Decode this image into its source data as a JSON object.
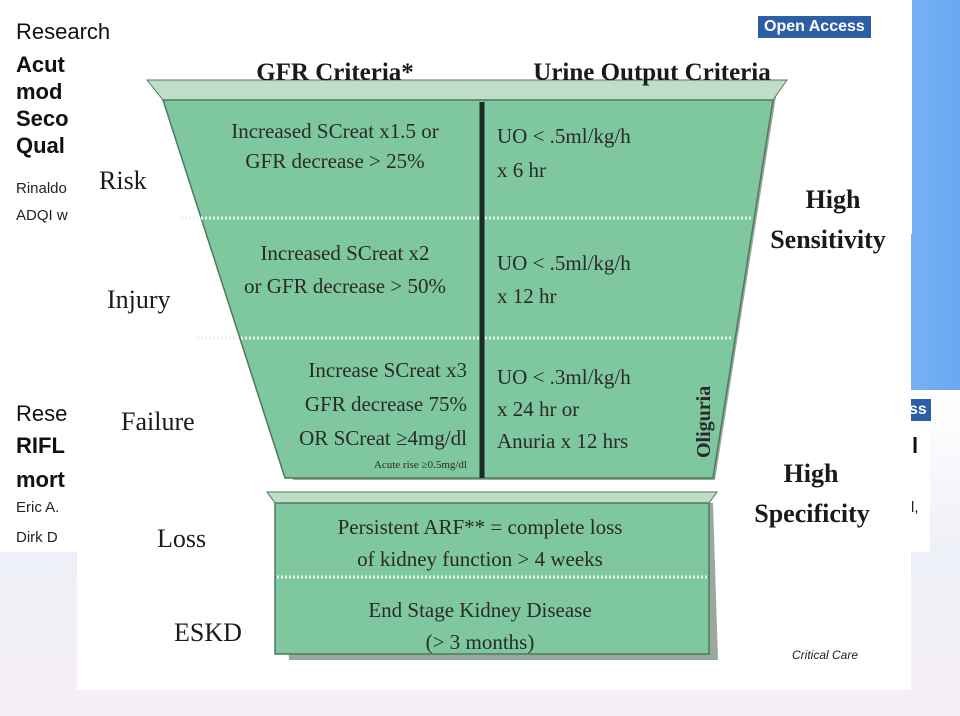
{
  "background": {
    "article1": {
      "section": "Research",
      "title_lines": [
        "Acut",
        "mod",
        "Seco",
        "Qual"
      ],
      "authors_lines": [
        "Rinaldo",
        "ADQI w"
      ],
      "badge": "Open Access"
    },
    "article2": {
      "section": "Rese",
      "title_lines": [
        "RIFL",
        "mort"
      ],
      "title_right": "l",
      "authors_lines": [
        "Eric A.",
        "Dirk D"
      ],
      "authors_right": "l,",
      "badge": "ss"
    }
  },
  "diagram": {
    "header_left": "GFR Criteria*",
    "header_right": "Urine Output Criteria",
    "stages": [
      {
        "label": "Risk",
        "gfr": [
          "Increased SCreat x1.5 or",
          "GFR decrease > 25%"
        ],
        "uo": [
          "UO < .5ml/kg/h",
          "x 6 hr"
        ]
      },
      {
        "label": "Injury",
        "gfr": [
          "Increased SCreat x2",
          "or GFR decrease > 50%"
        ],
        "uo": [
          "UO < .5ml/kg/h",
          "x 12 hr"
        ]
      },
      {
        "label": "Failure",
        "gfr": [
          "Increase SCreat x3",
          "GFR decrease 75%",
          "OR SCreat ≥4mg/dl"
        ],
        "gfr_note": "Acute rise ≥0.5mg/dl",
        "uo": [
          "UO < .3ml/kg/h",
          "x 24 hr or",
          "Anuria x 12 hrs"
        ]
      }
    ],
    "oliguria": "Oliguria",
    "outcomes": [
      {
        "label": "Loss",
        "text": [
          "Persistent ARF** = complete loss",
          "of kidney function > 4 weeks"
        ]
      },
      {
        "label": "ESKD",
        "text": [
          "End Stage Kidney Disease",
          "(> 3 months)"
        ]
      }
    ],
    "high_sensitivity": [
      "High",
      "Sensitivity"
    ],
    "high_specificity": [
      "High",
      "Specificity"
    ],
    "credit": "Critical Care",
    "colors": {
      "fill": "#7fc79f",
      "top_face": "#c0ddc9",
      "shadow": "#9aa89e",
      "stroke": "#4c7a5e",
      "divider": "#e9f5ee",
      "axis": "#1e2a22"
    }
  }
}
